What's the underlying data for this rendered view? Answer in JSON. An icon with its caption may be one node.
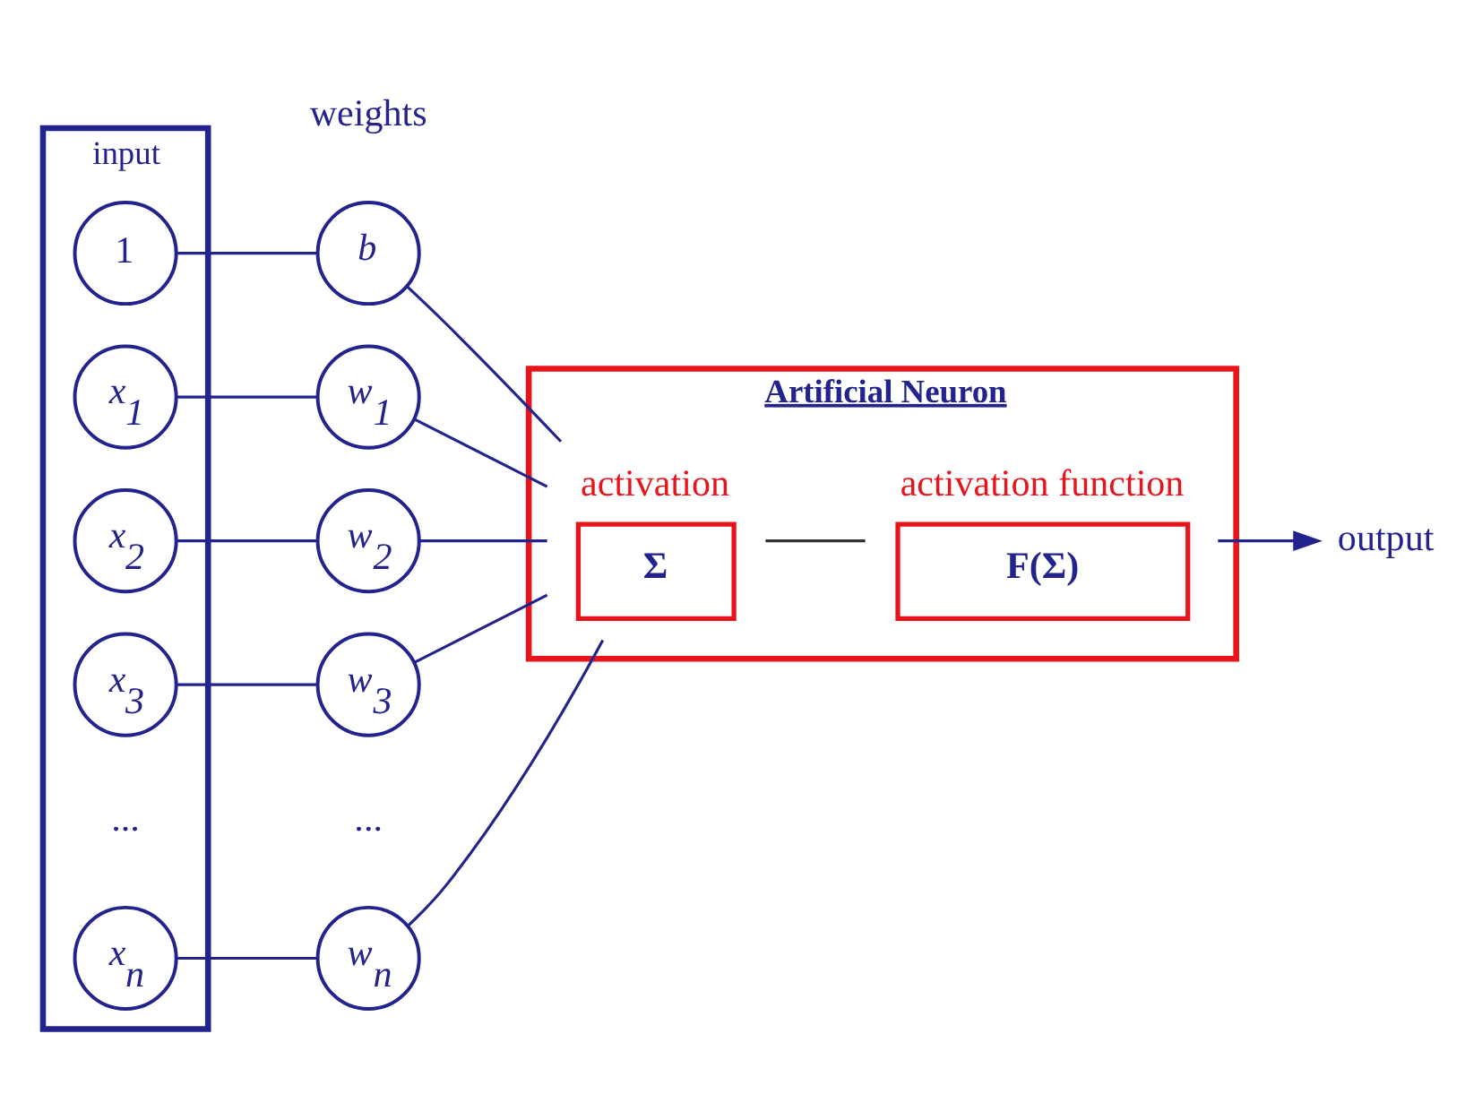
{
  "diagram": {
    "nodes": [
      {
        "text": [
          "input"
        ]
      },
      {
        "text": [
          "1"
        ],
        "in": 0
      },
      {
        "text": [
          "x$_{1}$"
        ],
        "in": 0
      },
      {
        "text": [
          "x$_{2}$"
        ],
        "in": 0
      },
      {
        "text": [
          "x$_{3}$"
        ],
        "in": 0
      },
      {
        "text": [
          "x$_{n}$"
        ],
        "in": 0
      },
      {
        "text": [
          "b"
        ]
      },
      {
        "text": [
          "w$_{1}$"
        ]
      },
      {
        "text": [
          "w$_{2}$"
        ]
      },
      {
        "text": [
          "w$_{3}$"
        ]
      },
      {
        "text": [
          "w$_{n}$"
        ]
      },
      {
        "text": [
          "Artificial Neuron"
        ]
      },
      {
        "text": [
          "Σ"
        ],
        "in": 11,
        "beside": [
          "activation"
        ]
      },
      {
        "text": [
          "F(Σ)"
        ],
        "in": 11,
        "beside": [
          "activation function"
        ]
      },
      {
        "text": [
          "output"
        ]
      }
    ],
    "edges": [
      {
        "from": 1,
        "to": 6,
        "arrow": "none"
      },
      {
        "from": 2,
        "to": 7,
        "arrow": "none"
      },
      {
        "from": 3,
        "to": 8,
        "arrow": "none"
      },
      {
        "from": 4,
        "to": 9,
        "arrow": "none"
      },
      {
        "from": 5,
        "to": 10,
        "arrow": "none"
      },
      {
        "from": 6,
        "to": 12,
        "arrow": "none"
      },
      {
        "from": 7,
        "to": 12,
        "arrow": "none"
      },
      {
        "from": 8,
        "to": 12,
        "arrow": "none"
      },
      {
        "from": 9,
        "to": 12,
        "arrow": "none"
      },
      {
        "from": 10,
        "to": 12,
        "arrow": "none"
      },
      {
        "from": 12,
        "to": 13,
        "arrow": "none",
        "color": "#333333"
      },
      {
        "from": 13,
        "to": 14,
        "arrow": "to"
      }
    ],
    "labels": [
      "weights",
      "...",
      "..."
    ]
  }
}
